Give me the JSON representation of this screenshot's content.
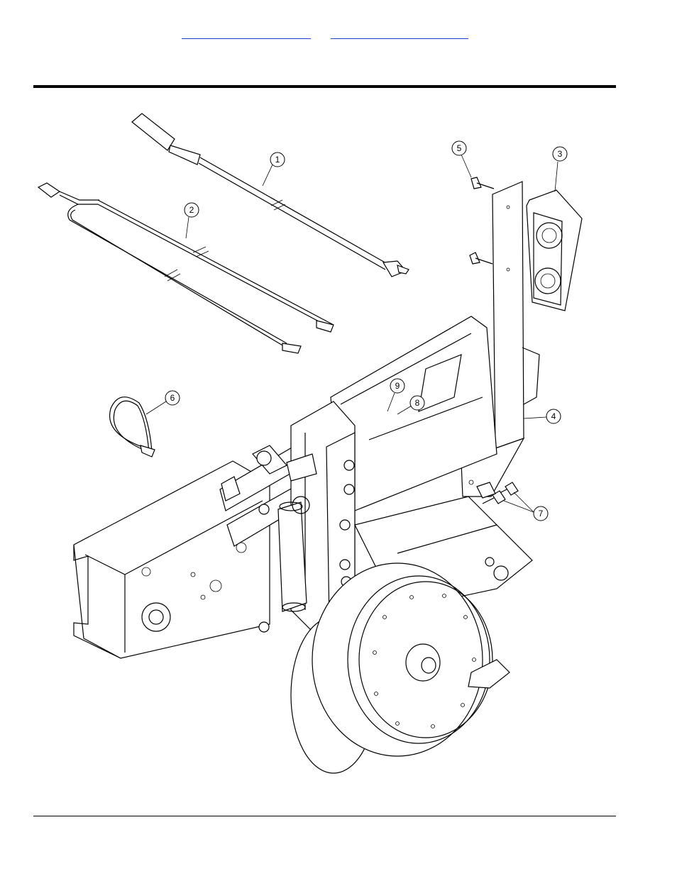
{
  "header": {
    "links": [
      {
        "id": "link-1",
        "text": ""
      },
      {
        "id": "link-2",
        "text": ""
      }
    ]
  },
  "callouts": [
    "1",
    "2",
    "3",
    "4",
    "5",
    "6",
    "7",
    "8",
    "9"
  ]
}
